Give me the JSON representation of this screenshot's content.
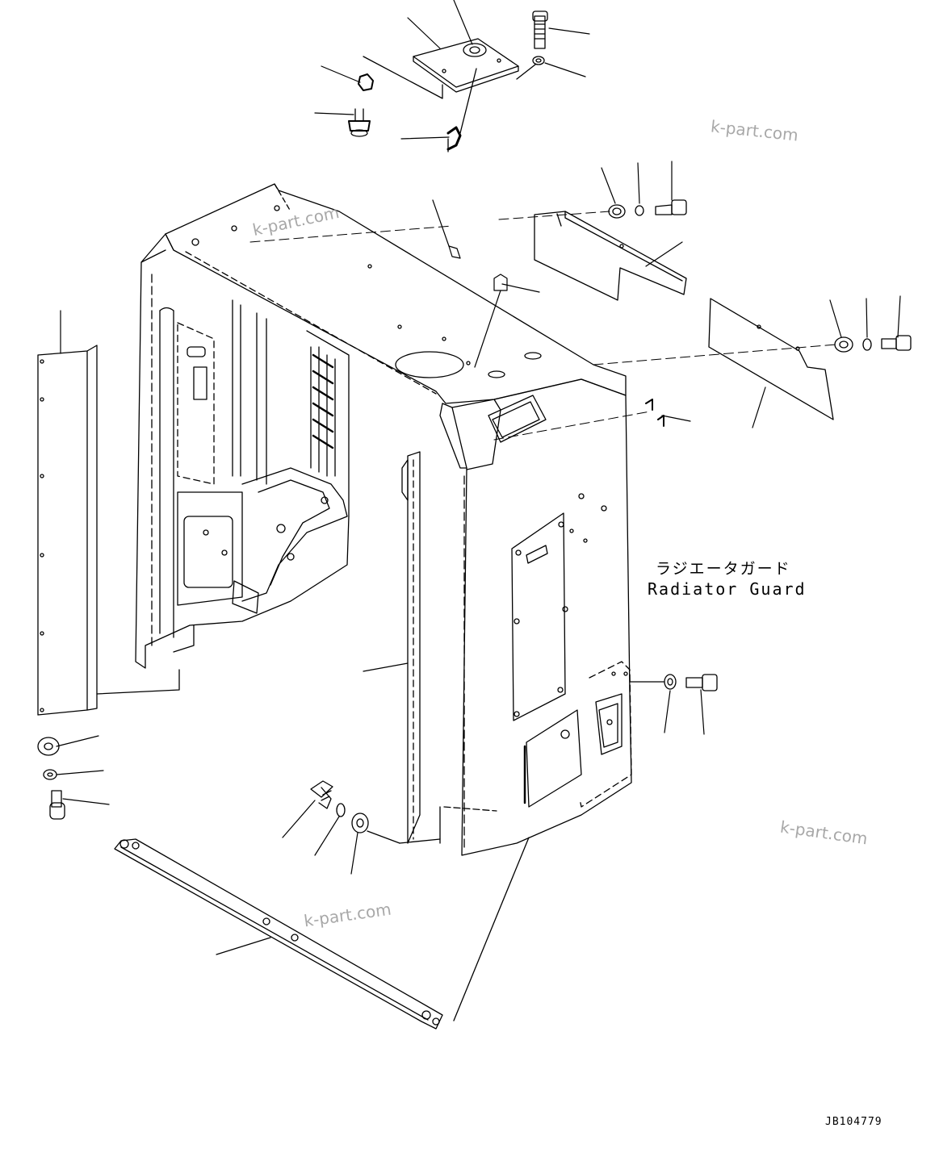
{
  "title": {
    "japanese": "ラジエータガード",
    "english": "Radiator Guard"
  },
  "drawing_id": "JB104779",
  "watermark_text": "k-part.com",
  "colors": {
    "line": "#000000",
    "watermark": "#9a9a9a",
    "background": "#ffffff"
  }
}
